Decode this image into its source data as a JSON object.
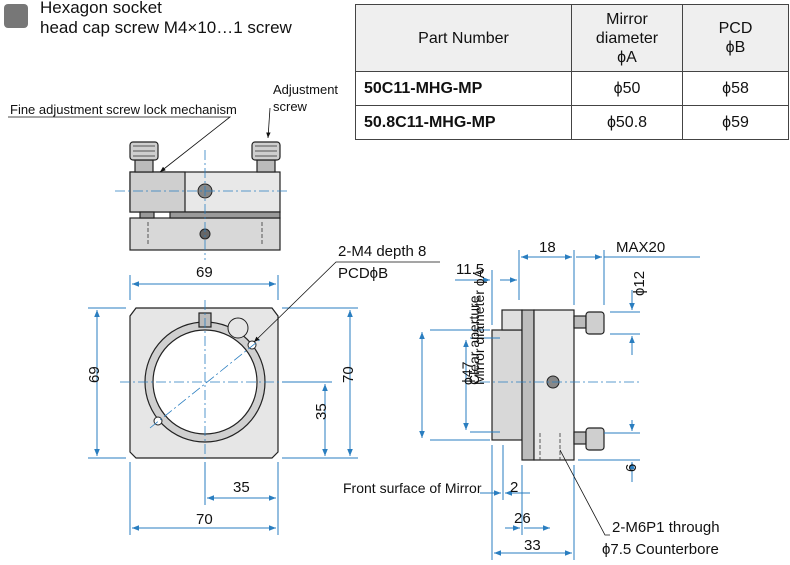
{
  "note": {
    "icon": "lock-icon",
    "line1": "Hexagon socket",
    "line2": "head cap screw M4×10…1 screw"
  },
  "table": {
    "headers": [
      {
        "lines": [
          "Part Number"
        ]
      },
      {
        "lines": [
          "Mirror",
          "diameter",
          "ϕA"
        ]
      },
      {
        "lines": [
          "PCD",
          "ϕB"
        ]
      }
    ],
    "rows": [
      {
        "part": "50C11-MHG-MP",
        "mirror": "ϕ50",
        "pcd": "ϕ58"
      },
      {
        "part": "50.8C11-MHG-MP",
        "mirror": "ϕ50.8",
        "pcd": "ϕ59"
      }
    ]
  },
  "labels": {
    "fine_adjust": "Fine adjustment screw lock mechanism",
    "adjust_screw_1": "Adjustment",
    "adjust_screw_2": "screw",
    "m4": "2-M4 depth 8",
    "pcd": "PCDϕB",
    "front_surface": "Front surface of Mirror",
    "m6_1": "2-M6P1 through",
    "m6_2": "ϕ7.5 Counterbore",
    "mirror_dia": "Mirror diameter ϕA",
    "clear_ap_1": "Clear aperture",
    "clear_ap_2": "ϕ47"
  },
  "dims": {
    "w69": "69",
    "h69": "69",
    "h70": "70",
    "h35": "35",
    "w35": "35",
    "w70": "70",
    "s18": "18",
    "s115": "11.5",
    "max20": "MAX20",
    "d12": "ϕ12",
    "s2": "2",
    "s26": "26",
    "s33": "33",
    "s6": "6"
  }
}
